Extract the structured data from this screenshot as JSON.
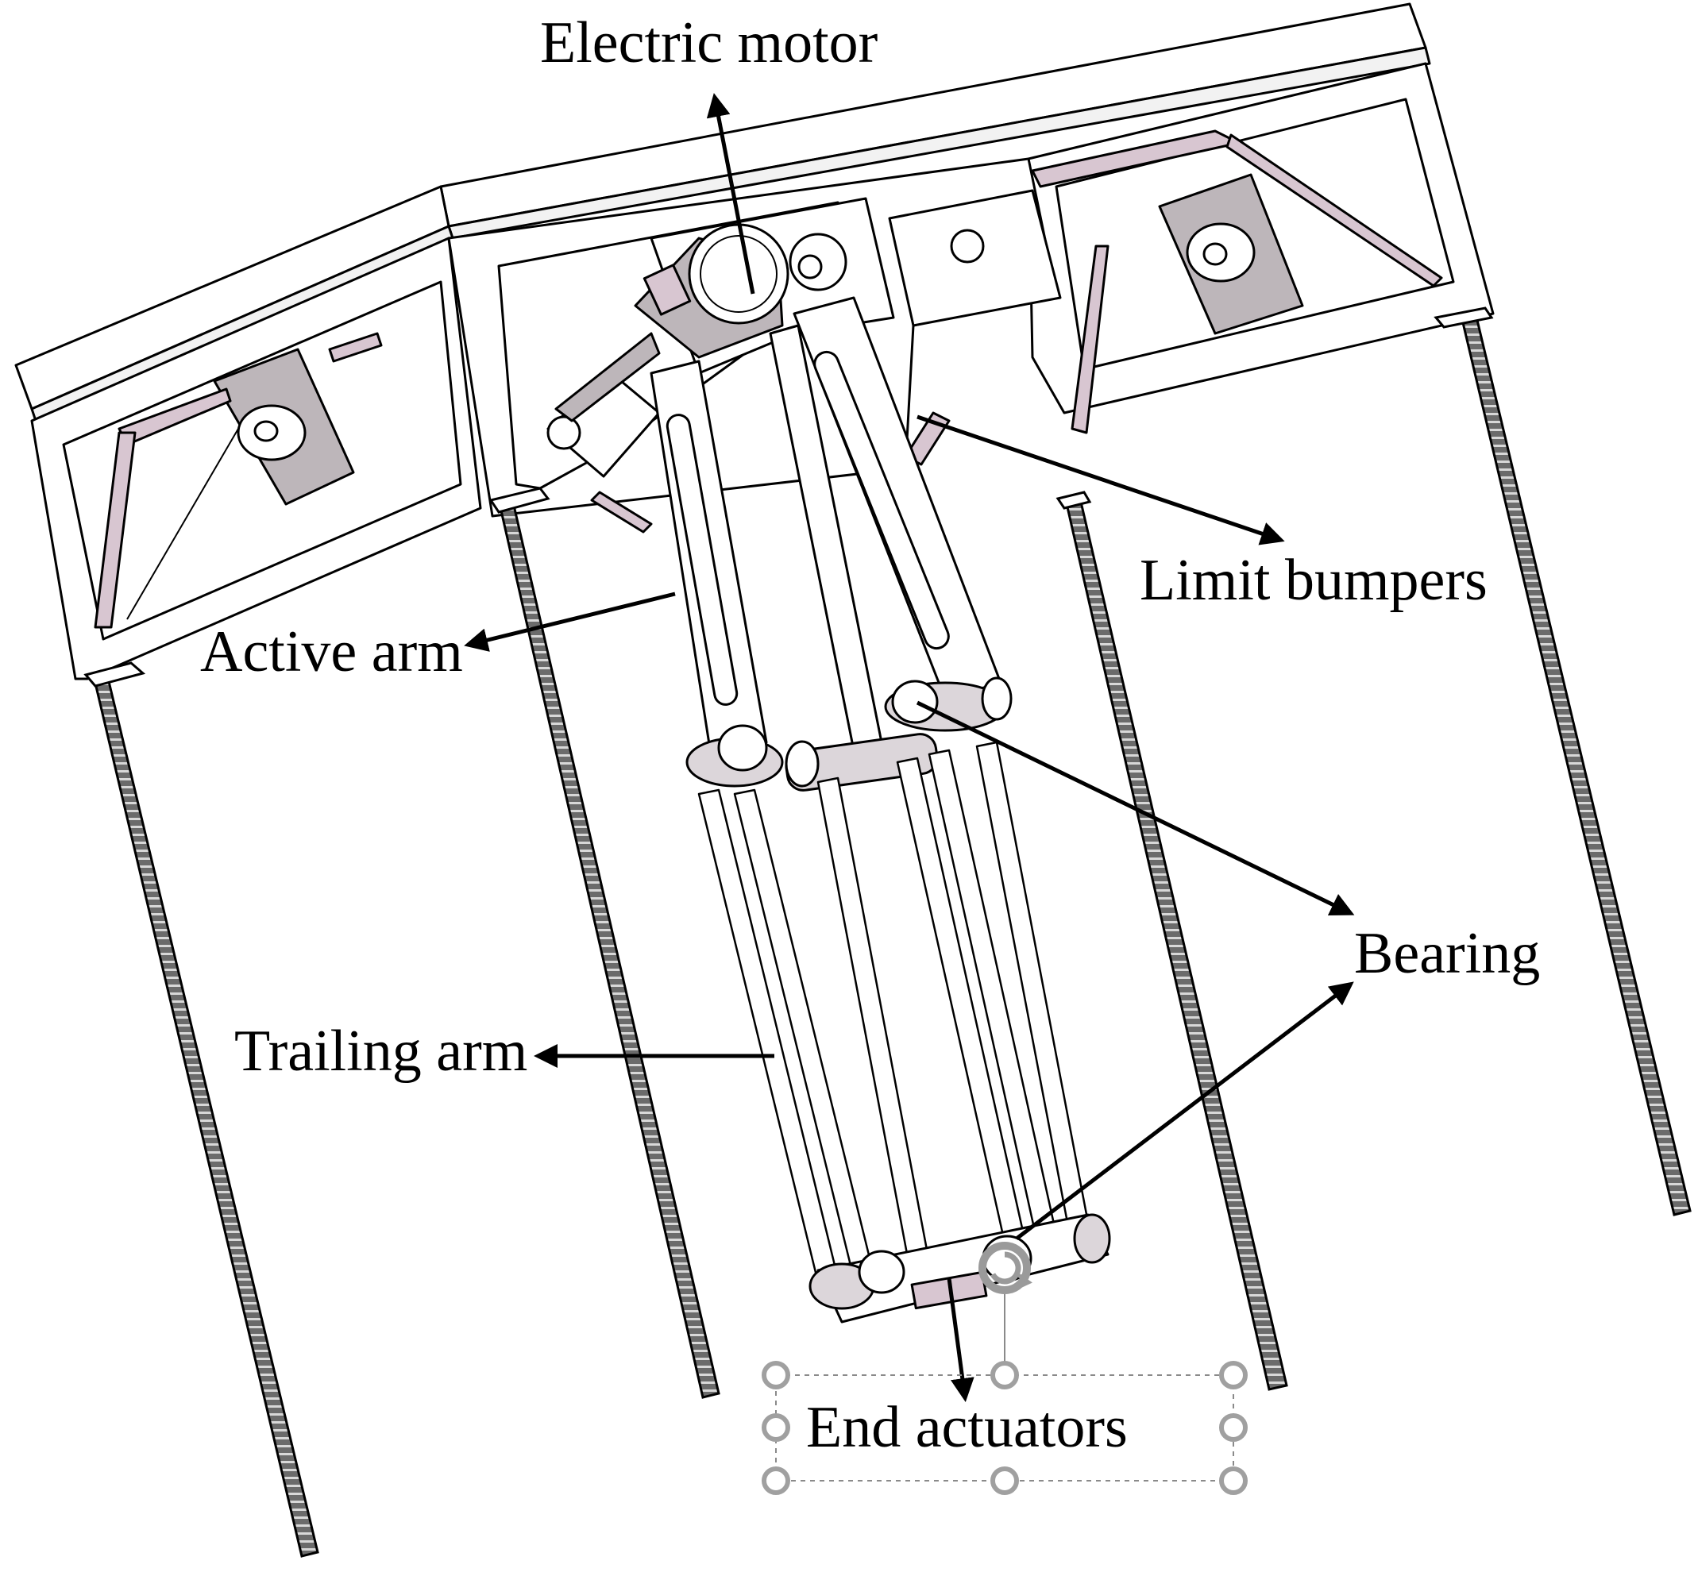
{
  "labels": {
    "electric_motor": "Electric motor",
    "limit_bumpers": "Limit bumpers",
    "active_arm": "Active arm",
    "bearing": "Bearing",
    "trailing_arm": "Trailing arm",
    "end_actuators": "End actuators"
  },
  "colors": {
    "line": "#000000",
    "frame_fill": "#ffffff",
    "shade": "#bdb6ba",
    "shade_light": "#dcd6da",
    "pink": "#d8c6d1",
    "handle": "#a0a0a0"
  },
  "selection": {
    "state": "selected",
    "target": "end_actuators"
  }
}
